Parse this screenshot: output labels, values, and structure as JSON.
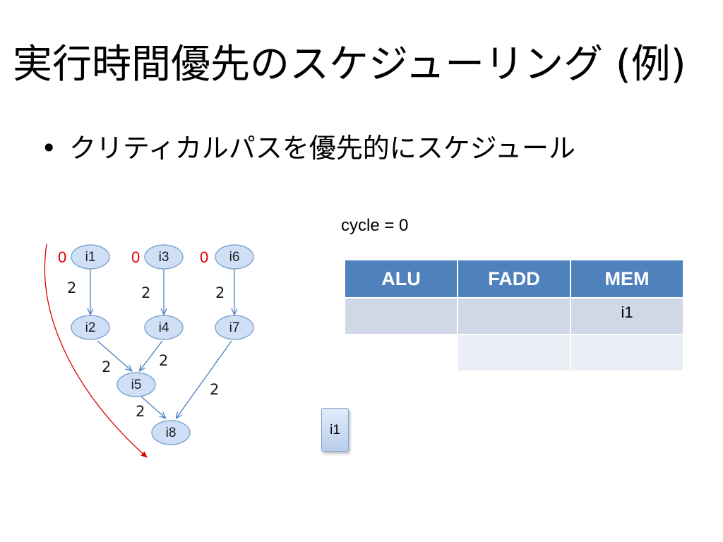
{
  "title": "実行時間優先のスケジューリング (例)",
  "bullet": "クリティカルパスを優先的にスケジュール",
  "cycle_label": "cycle = 0",
  "dag": {
    "nodes": [
      {
        "id": "i1",
        "label": "i1"
      },
      {
        "id": "i3",
        "label": "i3"
      },
      {
        "id": "i6",
        "label": "i6"
      },
      {
        "id": "i2",
        "label": "i2"
      },
      {
        "id": "i4",
        "label": "i4"
      },
      {
        "id": "i7",
        "label": "i7"
      },
      {
        "id": "i5",
        "label": "i5"
      },
      {
        "id": "i8",
        "label": "i8"
      }
    ],
    "start_values": [
      "0",
      "0",
      "0"
    ],
    "edge_weights": [
      "2",
      "2",
      "2",
      "2",
      "2",
      "2",
      "2"
    ],
    "critical_path_color": "#e00000"
  },
  "resource_table": {
    "headers": [
      "ALU",
      "FADD",
      "MEM"
    ],
    "rows": [
      [
        "",
        "",
        "i1"
      ],
      [
        "",
        "",
        ""
      ]
    ]
  },
  "ready_queue": [
    "i1"
  ],
  "colors": {
    "header_bg": "#4f81bd",
    "row_a": "#d0d8e8",
    "row_b": "#e9edf4",
    "node_fill": "#cfe0f6"
  }
}
